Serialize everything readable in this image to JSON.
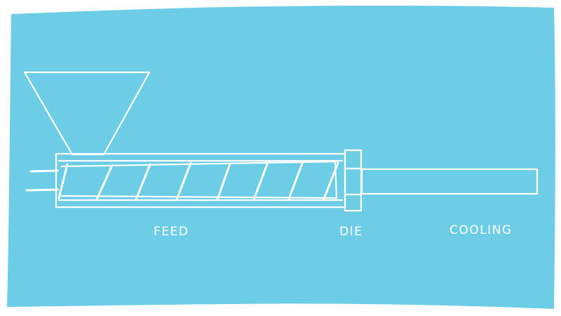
{
  "diagram": {
    "background_color": "#6dcce6",
    "ink_color": "#ffffff",
    "labels": {
      "feed": "FEED",
      "die": "DIE",
      "cooling": "COOLING"
    }
  }
}
